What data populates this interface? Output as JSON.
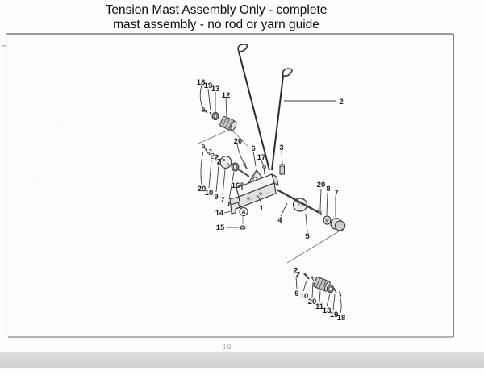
{
  "page": {
    "title_line1": "Tension Mast Assembly Only - complete",
    "title_line2": "mast assembly - no rod or yarn guide",
    "page_number": "19"
  },
  "diagram": {
    "detail_marker": "A",
    "callouts": {
      "rod_assembly": "2",
      "upper_screw": "18",
      "upper_lockwasher": "19",
      "upper_washer": "13",
      "upper_knob": "12",
      "top_screw": "20",
      "guide_bracket": "6",
      "bracket_screw": "17",
      "sleeve": "3",
      "left_screw": "20",
      "left_spring_outer": "10",
      "left_spring_inner": "9",
      "left_disc": "7",
      "left_washer": "8",
      "set_screw": "16",
      "mast_body": "1",
      "mount_bracket": "14",
      "mount_nut": "15",
      "tension_shaft": "4",
      "shaft_disc": "5",
      "right_screw": "20",
      "right_washer": "8",
      "right_knob": "7",
      "lower_spring_inner": "9",
      "lower_spring_outer": "10",
      "lower_screw": "20",
      "lower_knob": "11",
      "lower_washer": "13",
      "lower_lockwasher": "19",
      "lower_clip": "18"
    }
  }
}
